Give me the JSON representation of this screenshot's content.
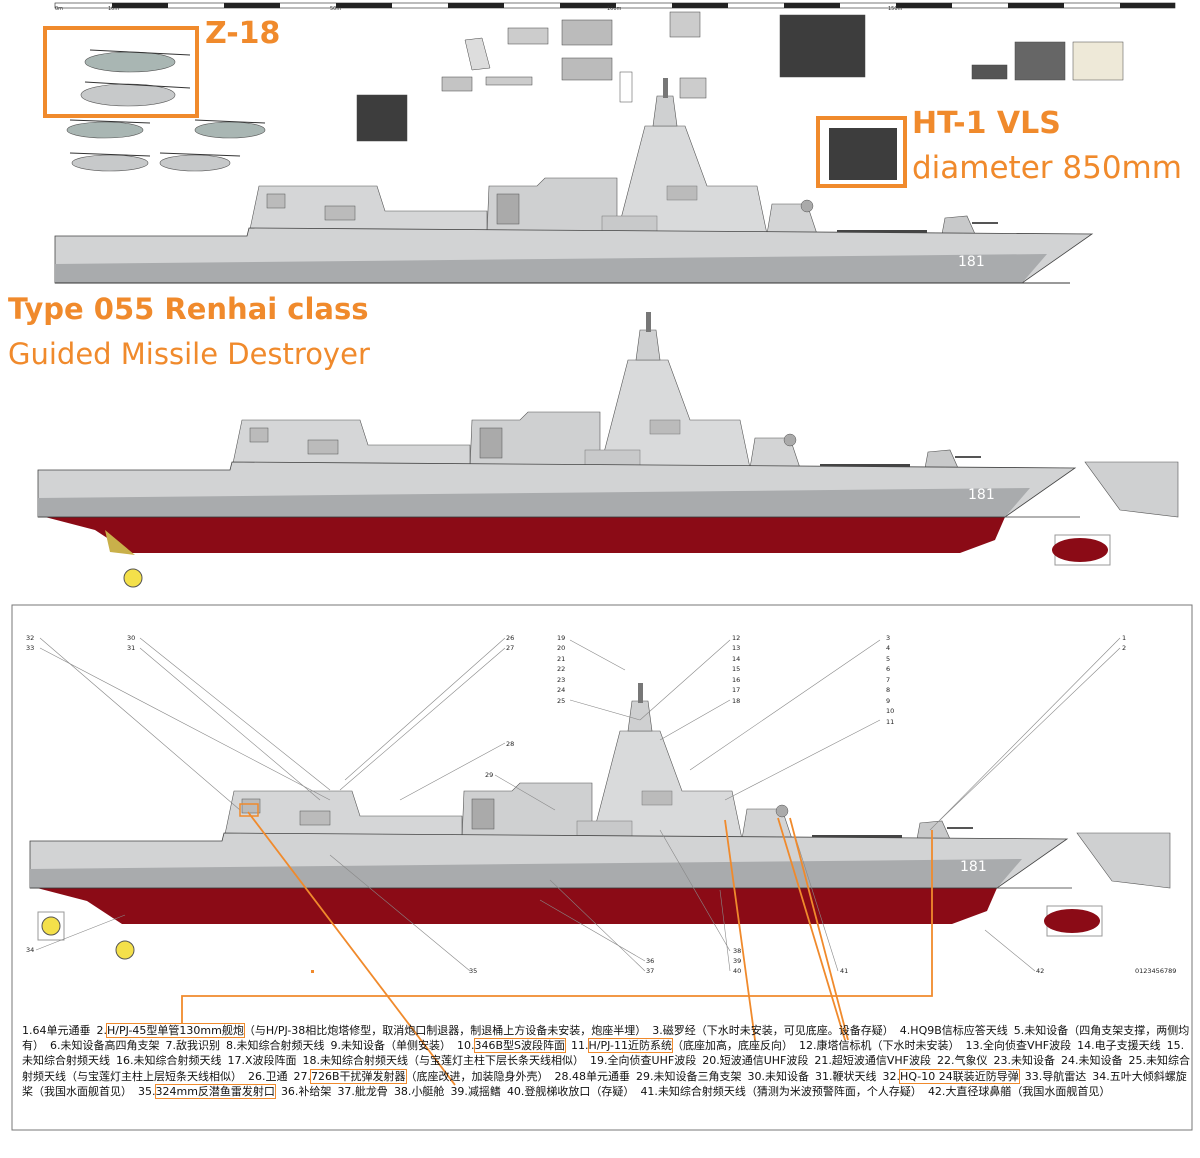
{
  "titles": {
    "class_name": "Type 055 Renhai class",
    "subtitle": "Guided Missile Destroyer",
    "helicopter_label": "Z-18",
    "vls_label": "HT-1 VLS",
    "vls_note": "diameter 850mm"
  },
  "ruler": {
    "labels": [
      "0m",
      "10m",
      "50m",
      "100m",
      "150m"
    ]
  },
  "hull_number": "181",
  "callout_numbers": [
    "1",
    "2",
    "3",
    "4",
    "5",
    "6",
    "7",
    "8",
    "9",
    "10",
    "11",
    "12",
    "13",
    "14",
    "15",
    "16",
    "17",
    "18",
    "19",
    "20",
    "21",
    "22",
    "23",
    "24",
    "25",
    "26",
    "27",
    "28",
    "29",
    "30",
    "31",
    "32",
    "33",
    "34",
    "35",
    "36",
    "37",
    "38",
    "39",
    "40",
    "41",
    "42"
  ],
  "scale_digits": "0123456789",
  "colors": {
    "accent": "#f08a2c",
    "hull_red": "#8b0b16",
    "ship_gray": "#d2d3d4"
  },
  "legend": {
    "items": [
      {
        "n": "1.",
        "label": "64单元通垂",
        "hl": false,
        "note": ""
      },
      {
        "n": "2.",
        "label": "H/PJ-45型单管130mm舰炮",
        "hl": true,
        "note": "（与H/PJ-38相比炮塔修型，取消炮口制退器，制退桶上方设备未安装，炮座半埋）"
      },
      {
        "n": "3.",
        "label": "磁罗经",
        "hl": false,
        "note": "（下水时未安装，可见底座。设备存疑）"
      },
      {
        "n": "4.",
        "label": "HQ9B信标应答天线",
        "hl": false,
        "note": ""
      },
      {
        "n": "5.",
        "label": "未知设备",
        "hl": false,
        "note": "（四角支架支撑，两侧均有）"
      },
      {
        "n": "6.",
        "label": "未知设备高四角支架",
        "hl": false,
        "note": ""
      },
      {
        "n": "7.",
        "label": "敌我识别",
        "hl": false,
        "note": ""
      },
      {
        "n": "8.",
        "label": "未知综合射频天线",
        "hl": false,
        "note": ""
      },
      {
        "n": "9.",
        "label": "未知设备",
        "hl": false,
        "note": "（单侧安装）"
      },
      {
        "n": "10.",
        "label": "346B型S波段阵面",
        "hl": true,
        "note": ""
      },
      {
        "n": "11.",
        "label": "H/PJ-11近防系统",
        "hl": true,
        "note": "（底座加高，底座反向）"
      },
      {
        "n": "12.",
        "label": "康塔信标机",
        "hl": false,
        "note": "（下水时未安装）"
      },
      {
        "n": "13.",
        "label": "全向侦查VHF波段",
        "hl": false,
        "note": ""
      },
      {
        "n": "14.",
        "label": "电子支援天线",
        "hl": false,
        "note": ""
      },
      {
        "n": "15.",
        "label": "未知综合射频天线",
        "hl": false,
        "note": ""
      },
      {
        "n": "16.",
        "label": "未知综合射频天线",
        "hl": false,
        "note": ""
      },
      {
        "n": "17.",
        "label": "X波段阵面",
        "hl": false,
        "note": ""
      },
      {
        "n": "18.",
        "label": "未知综合射频天线",
        "hl": false,
        "note": "（与宝莲灯主柱下层长条天线相似）"
      },
      {
        "n": "19.",
        "label": "全向侦查UHF波段",
        "hl": false,
        "note": ""
      },
      {
        "n": "20.",
        "label": "短波通信UHF波段",
        "hl": false,
        "note": ""
      },
      {
        "n": "21.",
        "label": "超短波通信VHF波段",
        "hl": false,
        "note": ""
      },
      {
        "n": "22.",
        "label": "气象仪",
        "hl": false,
        "note": ""
      },
      {
        "n": "23.",
        "label": "未知设备",
        "hl": false,
        "note": ""
      },
      {
        "n": "24.",
        "label": "未知设备",
        "hl": false,
        "note": ""
      },
      {
        "n": "25.",
        "label": "未知综合射频天线",
        "hl": false,
        "note": "（与宝莲灯主柱上层短条天线相似）"
      },
      {
        "n": "26.",
        "label": "卫通",
        "hl": false,
        "note": ""
      },
      {
        "n": "27.",
        "label": "726B干扰弹发射器",
        "hl": true,
        "note": "（底座改进，加装隐身外壳）"
      },
      {
        "n": "28.",
        "label": "48单元通垂",
        "hl": false,
        "note": ""
      },
      {
        "n": "29.",
        "label": "未知设备三角支架",
        "hl": false,
        "note": ""
      },
      {
        "n": "30.",
        "label": "未知设备",
        "hl": false,
        "note": ""
      },
      {
        "n": "31.",
        "label": "鞭状天线",
        "hl": false,
        "note": ""
      },
      {
        "n": "32.",
        "label": "HQ-10 24联装近防导弹",
        "hl": true,
        "note": ""
      },
      {
        "n": "33.",
        "label": "导航雷达",
        "hl": false,
        "note": ""
      },
      {
        "n": "34.",
        "label": "五叶大倾斜螺旋桨",
        "hl": false,
        "note": "（我国水面舰首见）"
      },
      {
        "n": "35.",
        "label": "324mm反潜鱼雷发射口",
        "hl": true,
        "note": ""
      },
      {
        "n": "36.",
        "label": "补给架",
        "hl": false,
        "note": ""
      },
      {
        "n": "37.",
        "label": "舭龙骨",
        "hl": false,
        "note": ""
      },
      {
        "n": "38.",
        "label": "小艇舱",
        "hl": false,
        "note": ""
      },
      {
        "n": "39.",
        "label": "减摇鳍",
        "hl": false,
        "note": ""
      },
      {
        "n": "40.",
        "label": "登舰梯收放口",
        "hl": false,
        "note": "（存疑）"
      },
      {
        "n": "41.",
        "label": "未知综合射频天线",
        "hl": false,
        "note": "（猜测为米波预警阵面，个人存疑）"
      },
      {
        "n": "42.",
        "label": "大直径球鼻艏",
        "hl": false,
        "note": "（我国水面舰首见）"
      }
    ]
  }
}
